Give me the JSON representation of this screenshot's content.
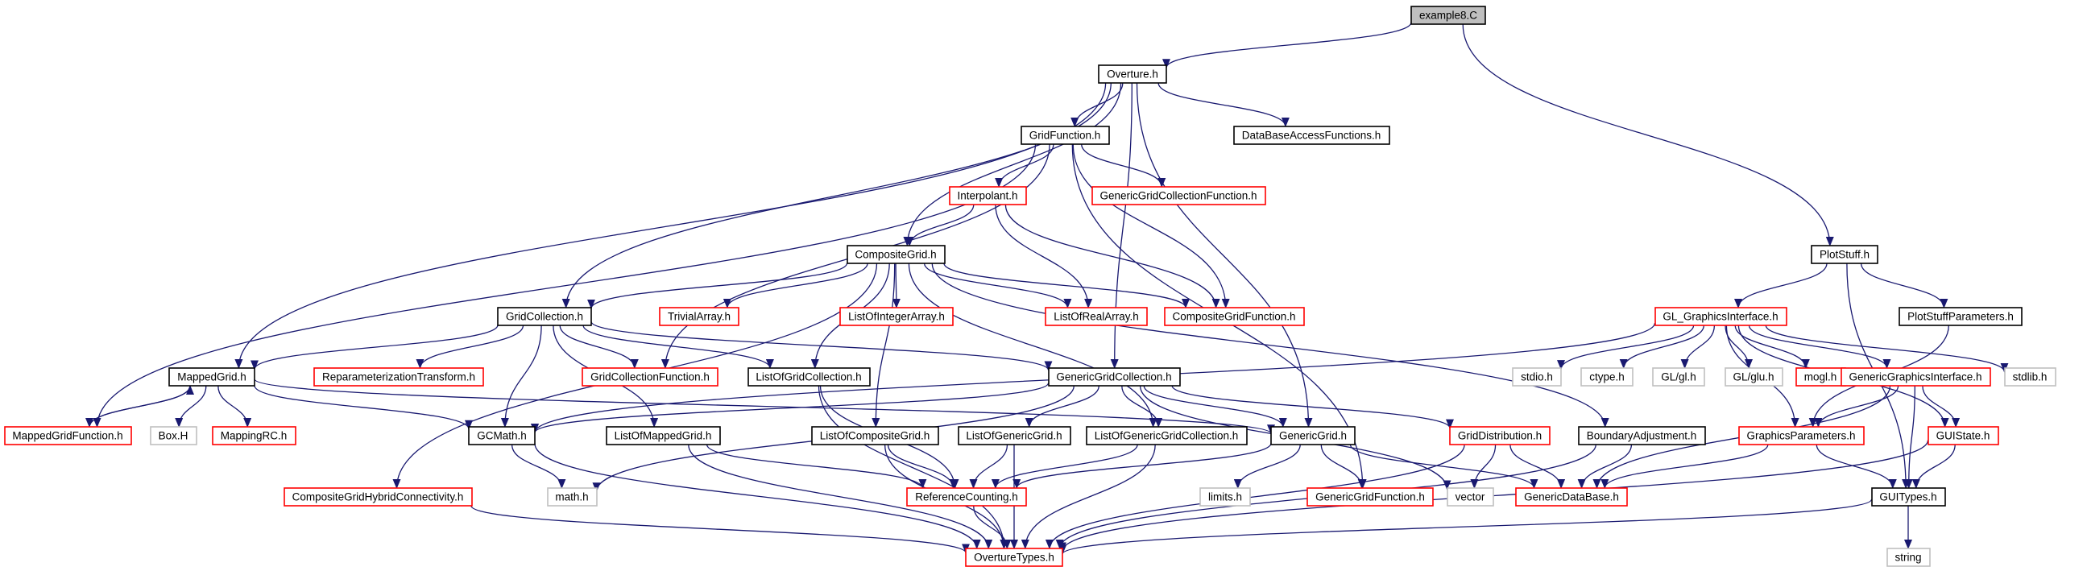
{
  "colors": {
    "edge": "#191970",
    "arrowhead": "#191970",
    "root_fill": "#bfbfbf",
    "node_fill": "#ffffff",
    "border_documented": "#000000",
    "border_undocumented": "#ff0000",
    "border_external": "#bfbfbf",
    "text": "#000000",
    "background": "#ffffff"
  },
  "graph": {
    "nodes": [
      {
        "id": "example8_C",
        "label": "example8.C",
        "kind": "root"
      },
      {
        "id": "Overture_h",
        "label": "Overture.h",
        "kind": "documented"
      },
      {
        "id": "PlotStuff_h",
        "label": "PlotStuff.h",
        "kind": "documented"
      },
      {
        "id": "GridFunction_h",
        "label": "GridFunction.h",
        "kind": "documented"
      },
      {
        "id": "DataBaseAccessFunctions_h",
        "label": "DataBaseAccessFunctions.h",
        "kind": "documented"
      },
      {
        "id": "Interpolant_h",
        "label": "Interpolant.h",
        "kind": "undocumented"
      },
      {
        "id": "GenericGridCollectionFunction_h",
        "label": "GenericGridCollectionFunction.h",
        "kind": "undocumented"
      },
      {
        "id": "CompositeGrid_h",
        "label": "CompositeGrid.h",
        "kind": "documented"
      },
      {
        "id": "GridCollection_h",
        "label": "GridCollection.h",
        "kind": "documented"
      },
      {
        "id": "TrivialArray_h",
        "label": "TrivialArray.h",
        "kind": "undocumented"
      },
      {
        "id": "ListOfIntegerArray_h",
        "label": "ListOfIntegerArray.h",
        "kind": "undocumented"
      },
      {
        "id": "ListOfRealArray_h",
        "label": "ListOfRealArray.h",
        "kind": "undocumented"
      },
      {
        "id": "CompositeGridFunction_h",
        "label": "CompositeGridFunction.h",
        "kind": "undocumented"
      },
      {
        "id": "GL_GraphicsInterface_h",
        "label": "GL_GraphicsInterface.h",
        "kind": "undocumented"
      },
      {
        "id": "PlotStuffParameters_h",
        "label": "PlotStuffParameters.h",
        "kind": "documented"
      },
      {
        "id": "MappedGrid_h",
        "label": "MappedGrid.h",
        "kind": "documented"
      },
      {
        "id": "ReparameterizationTransform_h",
        "label": "ReparameterizationTransform.h",
        "kind": "undocumented"
      },
      {
        "id": "GridCollectionFunction_h",
        "label": "GridCollectionFunction.h",
        "kind": "undocumented"
      },
      {
        "id": "ListOfGridCollection_h",
        "label": "ListOfGridCollection.h",
        "kind": "documented"
      },
      {
        "id": "GenericGridCollection_h",
        "label": "GenericGridCollection.h",
        "kind": "documented"
      },
      {
        "id": "stdio_h",
        "label": "stdio.h",
        "kind": "external"
      },
      {
        "id": "ctype_h",
        "label": "ctype.h",
        "kind": "external"
      },
      {
        "id": "GL_gl_h",
        "label": "GL/gl.h",
        "kind": "external"
      },
      {
        "id": "GL_glu_h",
        "label": "GL/glu.h",
        "kind": "external"
      },
      {
        "id": "mogl_h",
        "label": "mogl.h",
        "kind": "undocumented"
      },
      {
        "id": "GenericGraphicsInterface_h",
        "label": "GenericGraphicsInterface.h",
        "kind": "undocumented"
      },
      {
        "id": "stdlib_h",
        "label": "stdlib.h",
        "kind": "external"
      },
      {
        "id": "MappedGridFunction_h",
        "label": "MappedGridFunction.h",
        "kind": "undocumented"
      },
      {
        "id": "Box_H",
        "label": "Box.H",
        "kind": "external"
      },
      {
        "id": "MappingRC_h",
        "label": "MappingRC.h",
        "kind": "undocumented"
      },
      {
        "id": "GCMath_h",
        "label": "GCMath.h",
        "kind": "documented"
      },
      {
        "id": "ListOfMappedGrid_h",
        "label": "ListOfMappedGrid.h",
        "kind": "documented"
      },
      {
        "id": "ListOfCompositeGrid_h",
        "label": "ListOfCompositeGrid.h",
        "kind": "documented"
      },
      {
        "id": "ListOfGenericGrid_h",
        "label": "ListOfGenericGrid.h",
        "kind": "documented"
      },
      {
        "id": "ListOfGenericGridCollection_h",
        "label": "ListOfGenericGridCollection.h",
        "kind": "documented"
      },
      {
        "id": "GenericGrid_h",
        "label": "GenericGrid.h",
        "kind": "documented"
      },
      {
        "id": "GridDistribution_h",
        "label": "GridDistribution.h",
        "kind": "undocumented"
      },
      {
        "id": "BoundaryAdjustment_h",
        "label": "BoundaryAdjustment.h",
        "kind": "documented"
      },
      {
        "id": "GraphicsParameters_h",
        "label": "GraphicsParameters.h",
        "kind": "undocumented"
      },
      {
        "id": "GUIState_h",
        "label": "GUIState.h",
        "kind": "undocumented"
      },
      {
        "id": "CompositeGridHybridConnectivity_h",
        "label": "CompositeGridHybridConnectivity.h",
        "kind": "undocumented"
      },
      {
        "id": "math_h",
        "label": "math.h",
        "kind": "external"
      },
      {
        "id": "ReferenceCounting_h",
        "label": "ReferenceCounting.h",
        "kind": "undocumented"
      },
      {
        "id": "limits_h",
        "label": "limits.h",
        "kind": "external"
      },
      {
        "id": "GenericGridFunction_h",
        "label": "GenericGridFunction.h",
        "kind": "undocumented"
      },
      {
        "id": "vector",
        "label": "vector",
        "kind": "external"
      },
      {
        "id": "GenericDataBase_h",
        "label": "GenericDataBase.h",
        "kind": "undocumented"
      },
      {
        "id": "GUITypes_h",
        "label": "GUITypes.h",
        "kind": "documented"
      },
      {
        "id": "string",
        "label": "string",
        "kind": "external"
      },
      {
        "id": "OvertureTypes_h",
        "label": "OvertureTypes.h",
        "kind": "undocumented"
      }
    ],
    "edges": [
      [
        "example8_C",
        "Overture_h"
      ],
      [
        "example8_C",
        "PlotStuff_h"
      ],
      [
        "Overture_h",
        "GridFunction_h"
      ],
      [
        "Overture_h",
        "DataBaseAccessFunctions_h"
      ],
      [
        "Overture_h",
        "CompositeGrid_h"
      ],
      [
        "Overture_h",
        "GridCollection_h"
      ],
      [
        "Overture_h",
        "MappedGrid_h"
      ],
      [
        "Overture_h",
        "GenericGridCollection_h"
      ],
      [
        "Overture_h",
        "GenericGrid_h"
      ],
      [
        "GridFunction_h",
        "Interpolant_h"
      ],
      [
        "GridFunction_h",
        "GenericGridCollectionFunction_h"
      ],
      [
        "GridFunction_h",
        "CompositeGridFunction_h"
      ],
      [
        "GridFunction_h",
        "GridCollectionFunction_h"
      ],
      [
        "GridFunction_h",
        "MappedGridFunction_h"
      ],
      [
        "GridFunction_h",
        "GenericGridFunction_h"
      ],
      [
        "Interpolant_h",
        "CompositeGrid_h"
      ],
      [
        "Interpolant_h",
        "ListOfRealArray_h"
      ],
      [
        "Interpolant_h",
        "CompositeGridFunction_h"
      ],
      [
        "CompositeGrid_h",
        "GridCollection_h"
      ],
      [
        "CompositeGrid_h",
        "TrivialArray_h"
      ],
      [
        "CompositeGrid_h",
        "ListOfIntegerArray_h"
      ],
      [
        "CompositeGrid_h",
        "ListOfRealArray_h"
      ],
      [
        "CompositeGrid_h",
        "CompositeGridFunction_h"
      ],
      [
        "CompositeGrid_h",
        "ListOfGridCollection_h"
      ],
      [
        "CompositeGrid_h",
        "ListOfCompositeGrid_h"
      ],
      [
        "CompositeGrid_h",
        "ListOfGenericGridCollection_h"
      ],
      [
        "CompositeGrid_h",
        "BoundaryAdjustment_h"
      ],
      [
        "CompositeGrid_h",
        "CompositeGridHybridConnectivity_h"
      ],
      [
        "GridCollection_h",
        "MappedGrid_h"
      ],
      [
        "GridCollection_h",
        "ReparameterizationTransform_h"
      ],
      [
        "GridCollection_h",
        "GridCollectionFunction_h"
      ],
      [
        "GridCollection_h",
        "ListOfGridCollection_h"
      ],
      [
        "GridCollection_h",
        "GenericGridCollection_h"
      ],
      [
        "GridCollection_h",
        "GCMath_h"
      ],
      [
        "GridCollection_h",
        "ListOfMappedGrid_h"
      ],
      [
        "PlotStuff_h",
        "GL_GraphicsInterface_h"
      ],
      [
        "PlotStuff_h",
        "PlotStuffParameters_h"
      ],
      [
        "PlotStuff_h",
        "GUITypes_h"
      ],
      [
        "PlotStuffParameters_h",
        "GraphicsParameters_h"
      ],
      [
        "GL_GraphicsInterface_h",
        "stdio_h"
      ],
      [
        "GL_GraphicsInterface_h",
        "ctype_h"
      ],
      [
        "GL_GraphicsInterface_h",
        "GL_gl_h"
      ],
      [
        "GL_GraphicsInterface_h",
        "GL_glu_h"
      ],
      [
        "GL_GraphicsInterface_h",
        "mogl_h"
      ],
      [
        "GL_GraphicsInterface_h",
        "GenericGraphicsInterface_h"
      ],
      [
        "GL_GraphicsInterface_h",
        "stdlib_h"
      ],
      [
        "GL_GraphicsInterface_h",
        "GraphicsParameters_h"
      ],
      [
        "GL_GraphicsInterface_h",
        "GUIState_h"
      ],
      [
        "GL_GraphicsInterface_h",
        "GCMath_h"
      ],
      [
        "GenericGraphicsInterface_h",
        "GraphicsParameters_h"
      ],
      [
        "GenericGraphicsInterface_h",
        "GUIState_h"
      ],
      [
        "GenericGraphicsInterface_h",
        "GUITypes_h"
      ],
      [
        "GenericGraphicsInterface_h",
        "GenericDataBase_h"
      ],
      [
        "MappedGrid_h",
        "MappedGridFunction_h"
      ],
      [
        "MappedGrid_h",
        "Box_H"
      ],
      [
        "MappedGrid_h",
        "MappingRC_h"
      ],
      [
        "MappedGrid_h",
        "GCMath_h"
      ],
      [
        "MappedGrid_h",
        "GenericGrid_h"
      ],
      [
        "MappedGridFunction_h",
        "MappedGrid_h"
      ],
      [
        "ListOfGridCollection_h",
        "ReferenceCounting_h"
      ],
      [
        "ListOfGridCollection_h",
        "OvertureTypes_h"
      ],
      [
        "GenericGridCollection_h",
        "ListOfGenericGrid_h"
      ],
      [
        "GenericGridCollection_h",
        "ListOfGenericGridCollection_h"
      ],
      [
        "GenericGridCollection_h",
        "GenericGrid_h"
      ],
      [
        "GenericGridCollection_h",
        "GridDistribution_h"
      ],
      [
        "GenericGridCollection_h",
        "GCMath_h"
      ],
      [
        "GenericGridCollection_h",
        "math_h"
      ],
      [
        "GenericGridCollection_h",
        "vector"
      ],
      [
        "GCMath_h",
        "math_h"
      ],
      [
        "GCMath_h",
        "OvertureTypes_h"
      ],
      [
        "ListOfMappedGrid_h",
        "ReferenceCounting_h"
      ],
      [
        "ListOfMappedGrid_h",
        "OvertureTypes_h"
      ],
      [
        "ListOfCompositeGrid_h",
        "ReferenceCounting_h"
      ],
      [
        "ListOfCompositeGrid_h",
        "OvertureTypes_h"
      ],
      [
        "ListOfGenericGrid_h",
        "ReferenceCounting_h"
      ],
      [
        "ListOfGenericGrid_h",
        "OvertureTypes_h"
      ],
      [
        "ListOfGenericGridCollection_h",
        "ReferenceCounting_h"
      ],
      [
        "ListOfGenericGridCollection_h",
        "OvertureTypes_h"
      ],
      [
        "GenericGrid_h",
        "ReferenceCounting_h"
      ],
      [
        "GenericGrid_h",
        "limits_h"
      ],
      [
        "GenericGrid_h",
        "GenericGridFunction_h"
      ],
      [
        "GenericGrid_h",
        "GenericDataBase_h"
      ],
      [
        "GridDistribution_h",
        "vector"
      ],
      [
        "GridDistribution_h",
        "GenericDataBase_h"
      ],
      [
        "GridDistribution_h",
        "OvertureTypes_h"
      ],
      [
        "BoundaryAdjustment_h",
        "GenericDataBase_h"
      ],
      [
        "BoundaryAdjustment_h",
        "OvertureTypes_h"
      ],
      [
        "GraphicsParameters_h",
        "GUITypes_h"
      ],
      [
        "GraphicsParameters_h",
        "GenericDataBase_h"
      ],
      [
        "GUIState_h",
        "GUITypes_h"
      ],
      [
        "GUIState_h",
        "OvertureTypes_h"
      ],
      [
        "GUITypes_h",
        "string"
      ],
      [
        "GUITypes_h",
        "OvertureTypes_h"
      ],
      [
        "CompositeGridHybridConnectivity_h",
        "OvertureTypes_h"
      ],
      [
        "ReferenceCounting_h",
        "OvertureTypes_h"
      ]
    ]
  }
}
